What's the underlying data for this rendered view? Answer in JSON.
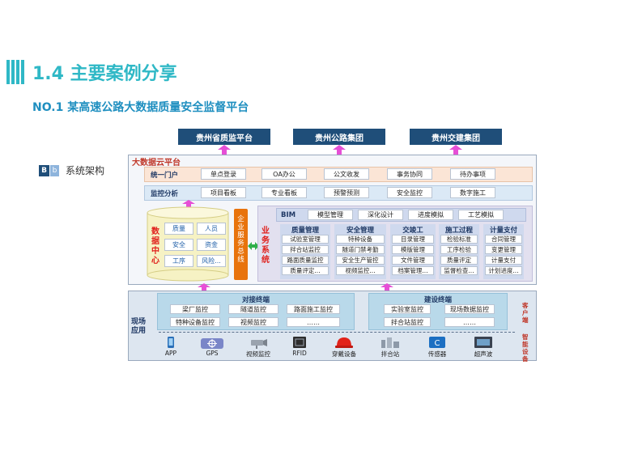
{
  "header": {
    "title": "1.4 主要案例分享",
    "subtitle": "NO.1 某高速公路大数据质量安全监督平台"
  },
  "section": {
    "badge": "B",
    "badge2": "b",
    "label": "系统架构"
  },
  "diagram": {
    "top_platforms": [
      "贵州省质监平台",
      "贵州公路集团",
      "贵州交建集团"
    ],
    "cloud_title": "大数据云平台",
    "portal": {
      "label": "统一门户",
      "items": [
        "单点登录",
        "OA办公",
        "公文收发",
        "事务协同",
        "待办事项"
      ]
    },
    "monitor": {
      "label": "监控分析",
      "items": [
        "项目看板",
        "专业看板",
        "预警预测",
        "安全监控",
        "数字施工"
      ]
    },
    "data_center": {
      "label": "数据中心",
      "items": [
        "质量",
        "人员",
        "安全",
        "资金",
        "工序",
        "风险..."
      ]
    },
    "bus": {
      "label": "企业服务总线"
    },
    "business": {
      "label": "业务系统",
      "bim_label": "BIM",
      "bim_items": [
        "模型管理",
        "深化设计",
        "进度模拟",
        "工艺模拟"
      ],
      "columns": [
        {
          "title": "质量管理",
          "items": [
            "试验室管理",
            "拌合站监控",
            "路面质量监控",
            "质量评定..."
          ]
        },
        {
          "title": "安全管理",
          "items": [
            "特种设备",
            "隧道门禁考勤",
            "安全生产管控",
            "视频监控..."
          ]
        },
        {
          "title": "交竣工",
          "items": [
            "目录管理",
            "模版管理",
            "文件管理",
            "档案管理..."
          ]
        },
        {
          "title": "施工过程",
          "items": [
            "检验标准",
            "工序检验",
            "质量评定",
            "监督检查..."
          ]
        },
        {
          "title": "计量支付",
          "items": [
            "合同管理",
            "变更管理",
            "计量支付",
            "计划进度..."
          ]
        }
      ]
    },
    "field": {
      "label": "现场应用",
      "dock": {
        "title": "对接终端",
        "items": [
          "梁厂监控",
          "隧道监控",
          "路面施工监控",
          "特种设备监控",
          "视频监控",
          "……"
        ]
      },
      "build": {
        "title": "建设终端",
        "items": [
          "实验室监控",
          "现场数据监控",
          "拌合站监控",
          "……"
        ]
      },
      "client_label": "客户端",
      "device_label": "智能设备",
      "devices": [
        "APP",
        "GPS",
        "视频监控",
        "RFID",
        "穿戴设备",
        "拌合站",
        "传感器",
        "超声波"
      ]
    }
  },
  "colors": {
    "accent": "#2fb8c6",
    "dark_blue": "#1f4e79",
    "arrow": "#e64fd6",
    "bus": "#e8730c",
    "red_text": "#e0201c"
  }
}
